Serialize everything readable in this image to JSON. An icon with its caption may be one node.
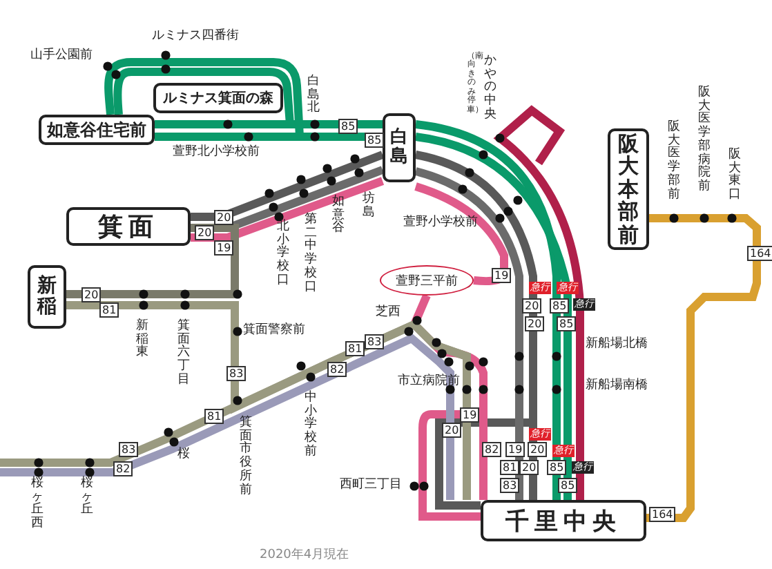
{
  "diagram": {
    "nodes": [
      {
        "text": [
          "如意谷住宅前"
        ]
      },
      {
        "text": [
          "ルミナス箕面の森"
        ]
      },
      {
        "text": [
          "白島"
        ]
      },
      {
        "text": [
          "箕面"
        ]
      },
      {
        "text": [
          "新稲"
        ]
      },
      {
        "text": [
          "阪大本部前"
        ]
      },
      {
        "text": [
          "萱野三平前"
        ]
      },
      {
        "text": [
          "千里中央"
        ]
      }
    ],
    "edges": [
      {
        "from": 0,
        "to": 2,
        "arrow": "none",
        "color": "#0a9a6a"
      },
      {
        "from": 0,
        "to": 2,
        "arrow": "none",
        "color": "#0a9a6a"
      },
      {
        "from": 2,
        "to": 7,
        "arrow": "none",
        "color": "#0a9a6a"
      },
      {
        "from": 2,
        "to": 7,
        "arrow": "none",
        "color": "#0a9a6a"
      },
      {
        "from": 3,
        "to": 2,
        "arrow": "none",
        "color": "#595959"
      },
      {
        "from": 3,
        "to": 2,
        "arrow": "none",
        "color": "#6b6b6b"
      },
      {
        "from": 3,
        "to": 2,
        "arrow": "none",
        "color": "#e05a8a"
      },
      {
        "from": 2,
        "to": 7,
        "arrow": "none",
        "color": "#595959"
      },
      {
        "from": 2,
        "to": 7,
        "arrow": "none",
        "color": "#6b6b6b"
      },
      {
        "from": 2,
        "to": 6,
        "arrow": "none",
        "color": "#e05a8a"
      },
      {
        "from": 6,
        "to": 7,
        "arrow": "none",
        "color": "#e05a8a"
      },
      {
        "from": 3,
        "to": 4,
        "arrow": "none",
        "color": "#7a7a6a"
      },
      {
        "from": 4,
        "to": 7,
        "arrow": "none",
        "color": "#9a9a80"
      },
      {
        "from": null,
        "to": 7,
        "arrow": "none",
        "color": "#9a9a80"
      },
      {
        "from": null,
        "to": 7,
        "arrow": "none",
        "color": "#9a9ab8"
      },
      {
        "from": null,
        "to": 7,
        "arrow": "none",
        "color": "#b0204a"
      },
      {
        "from": 7,
        "to": 5,
        "arrow": "none",
        "color": "#d9a030"
      }
    ],
    "labels": [
      "ルミナス四番街",
      "山手公園前",
      "（南向きのみ停車）",
      "かやの中央",
      "白島北",
      "阪大医学部病院前",
      "85",
      "阪大医学部前",
      "萱野北小学校前",
      "85",
      "阪大東口",
      "如意谷",
      "坊島",
      "20",
      "第二中学校口",
      "20",
      "北小学校口",
      "萱野小学校前",
      "19",
      "164",
      "19",
      "20",
      "急行",
      "急行",
      "81",
      "芝西",
      "20",
      "85",
      "急行",
      "新稲東",
      "箕面六丁目",
      "箕面警察前",
      "20",
      "85",
      "81",
      "83",
      "新船場北橋",
      "82",
      "83",
      "市立病院前",
      "新船場南橋",
      "中小学校前",
      "81",
      "19",
      "箕面市役所前",
      "20",
      "急行",
      "83",
      "82",
      "19",
      "20",
      "急行",
      "82",
      "桜",
      "81",
      "20",
      "85",
      "急行",
      "桜ヶ丘西",
      "桜ヶ丘",
      "西町三丁目",
      "83",
      "85",
      "164",
      "2020年4月現在"
    ]
  }
}
